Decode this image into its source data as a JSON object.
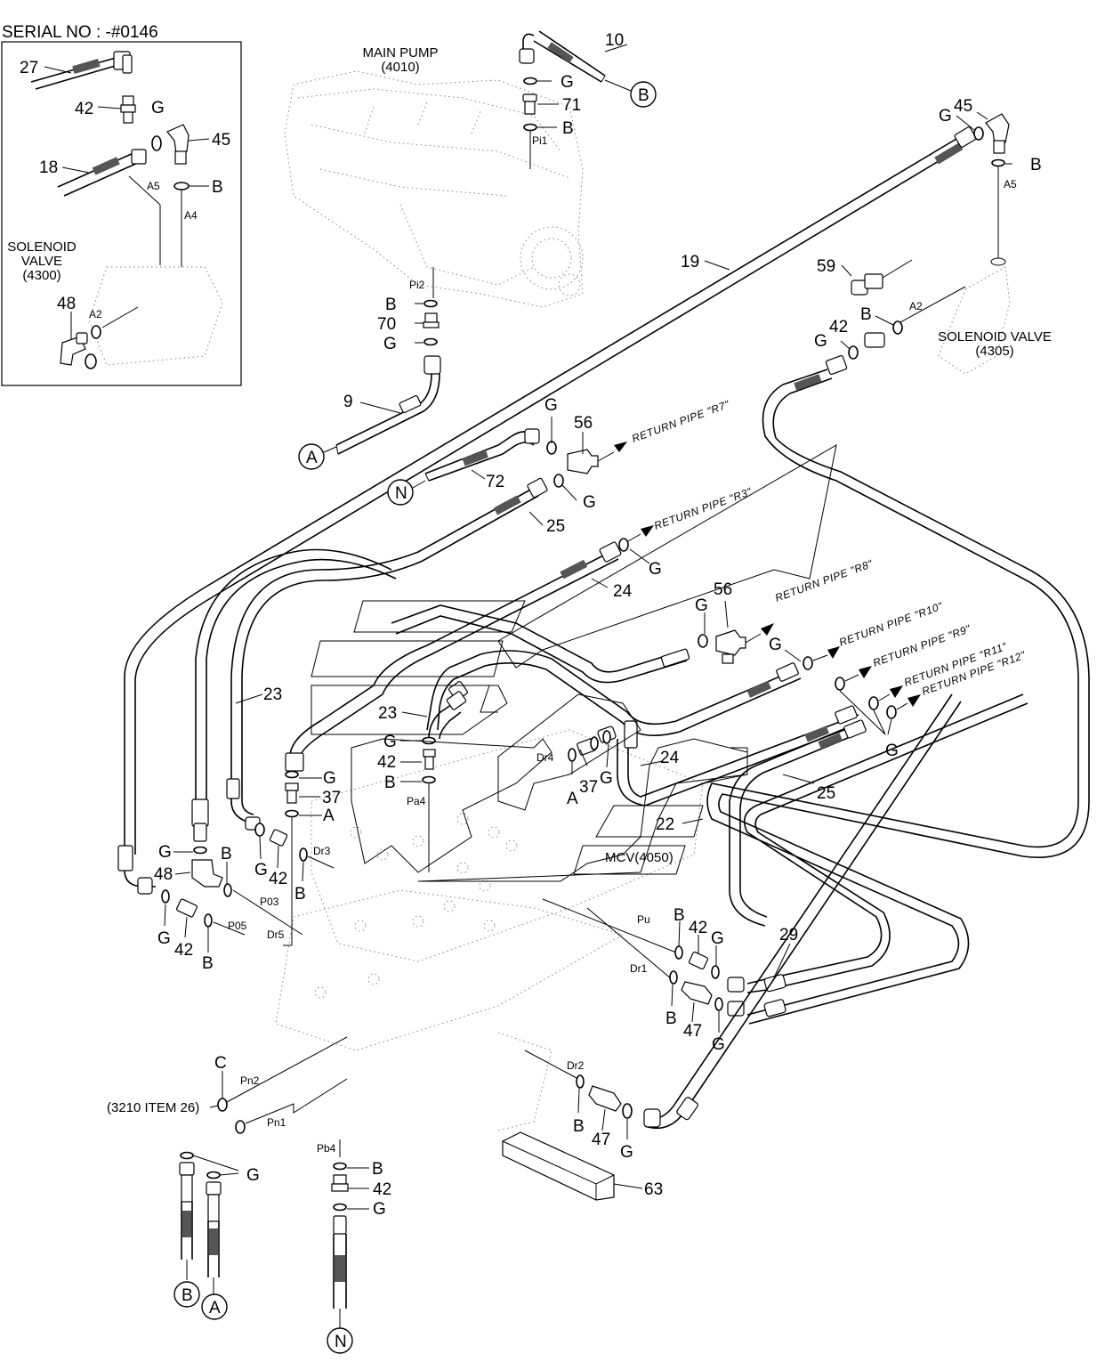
{
  "serial_no": "SERIAL NO : -#0146",
  "components": {
    "main_pump": {
      "name": "MAIN PUMP",
      "code": "(4010)"
    },
    "solenoid_valve_4300": {
      "line1": "SOLENOID",
      "line2": "VALVE",
      "code": "(4300)"
    },
    "solenoid_valve_4305": {
      "name": "SOLENOID VALVE",
      "code": "(4305)"
    },
    "mcv": "MCV(4050)",
    "item_3210": "(3210 ITEM 26)"
  },
  "return_pipes": [
    "RETURN PIPE \"R7\"",
    "RETURN PIPE \"R3\"",
    "RETURN PIPE \"R8\"",
    "RETURN PIPE \"R10\"",
    "RETURN PIPE \"R9\"",
    "RETURN PIPE \"R11\"",
    "RETURN PIPE \"R12\""
  ],
  "ports": [
    "A5",
    "A4",
    "A2",
    "Pi1",
    "Pi2",
    "Pa4",
    "Dr4",
    "Dr3",
    "P03",
    "P05",
    "Dr5",
    "Pu",
    "Dr1",
    "Dr2",
    "Pn2",
    "Pn1",
    "Pb4"
  ],
  "connectors": [
    "A",
    "B",
    "N",
    "C"
  ],
  "seal_codes": [
    "G",
    "B",
    "A"
  ],
  "part_numbers": [
    "9",
    "10",
    "18",
    "19",
    "22",
    "23",
    "24",
    "25",
    "27",
    "29",
    "37",
    "42",
    "45",
    "47",
    "48",
    "56",
    "59",
    "63",
    "70",
    "71",
    "72"
  ],
  "colors": {
    "line": "#000000",
    "ghost": "#777777",
    "background": "#ffffff"
  }
}
